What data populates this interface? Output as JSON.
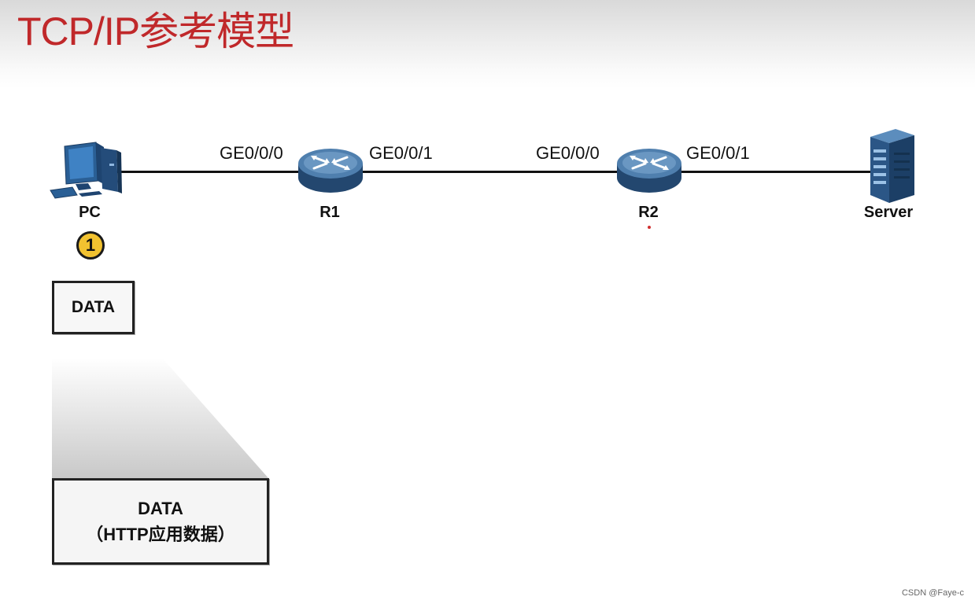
{
  "title": "TCP/IP参考模型",
  "nodes": {
    "pc": "PC",
    "r1": "R1",
    "r2": "R2",
    "server": "Server"
  },
  "ports": {
    "r1_left": "GE0/0/0",
    "r1_right": "GE0/0/1",
    "r2_left": "GE0/0/0",
    "r2_right": "GE0/0/1"
  },
  "step": "1",
  "data_box": "DATA",
  "data_box_expanded": {
    "line1": "DATA",
    "line2": "（HTTP应用数据）"
  },
  "watermark": "CSDN @Faye-c",
  "colors": {
    "title": "#c0282a",
    "badge": "#f2c230"
  }
}
